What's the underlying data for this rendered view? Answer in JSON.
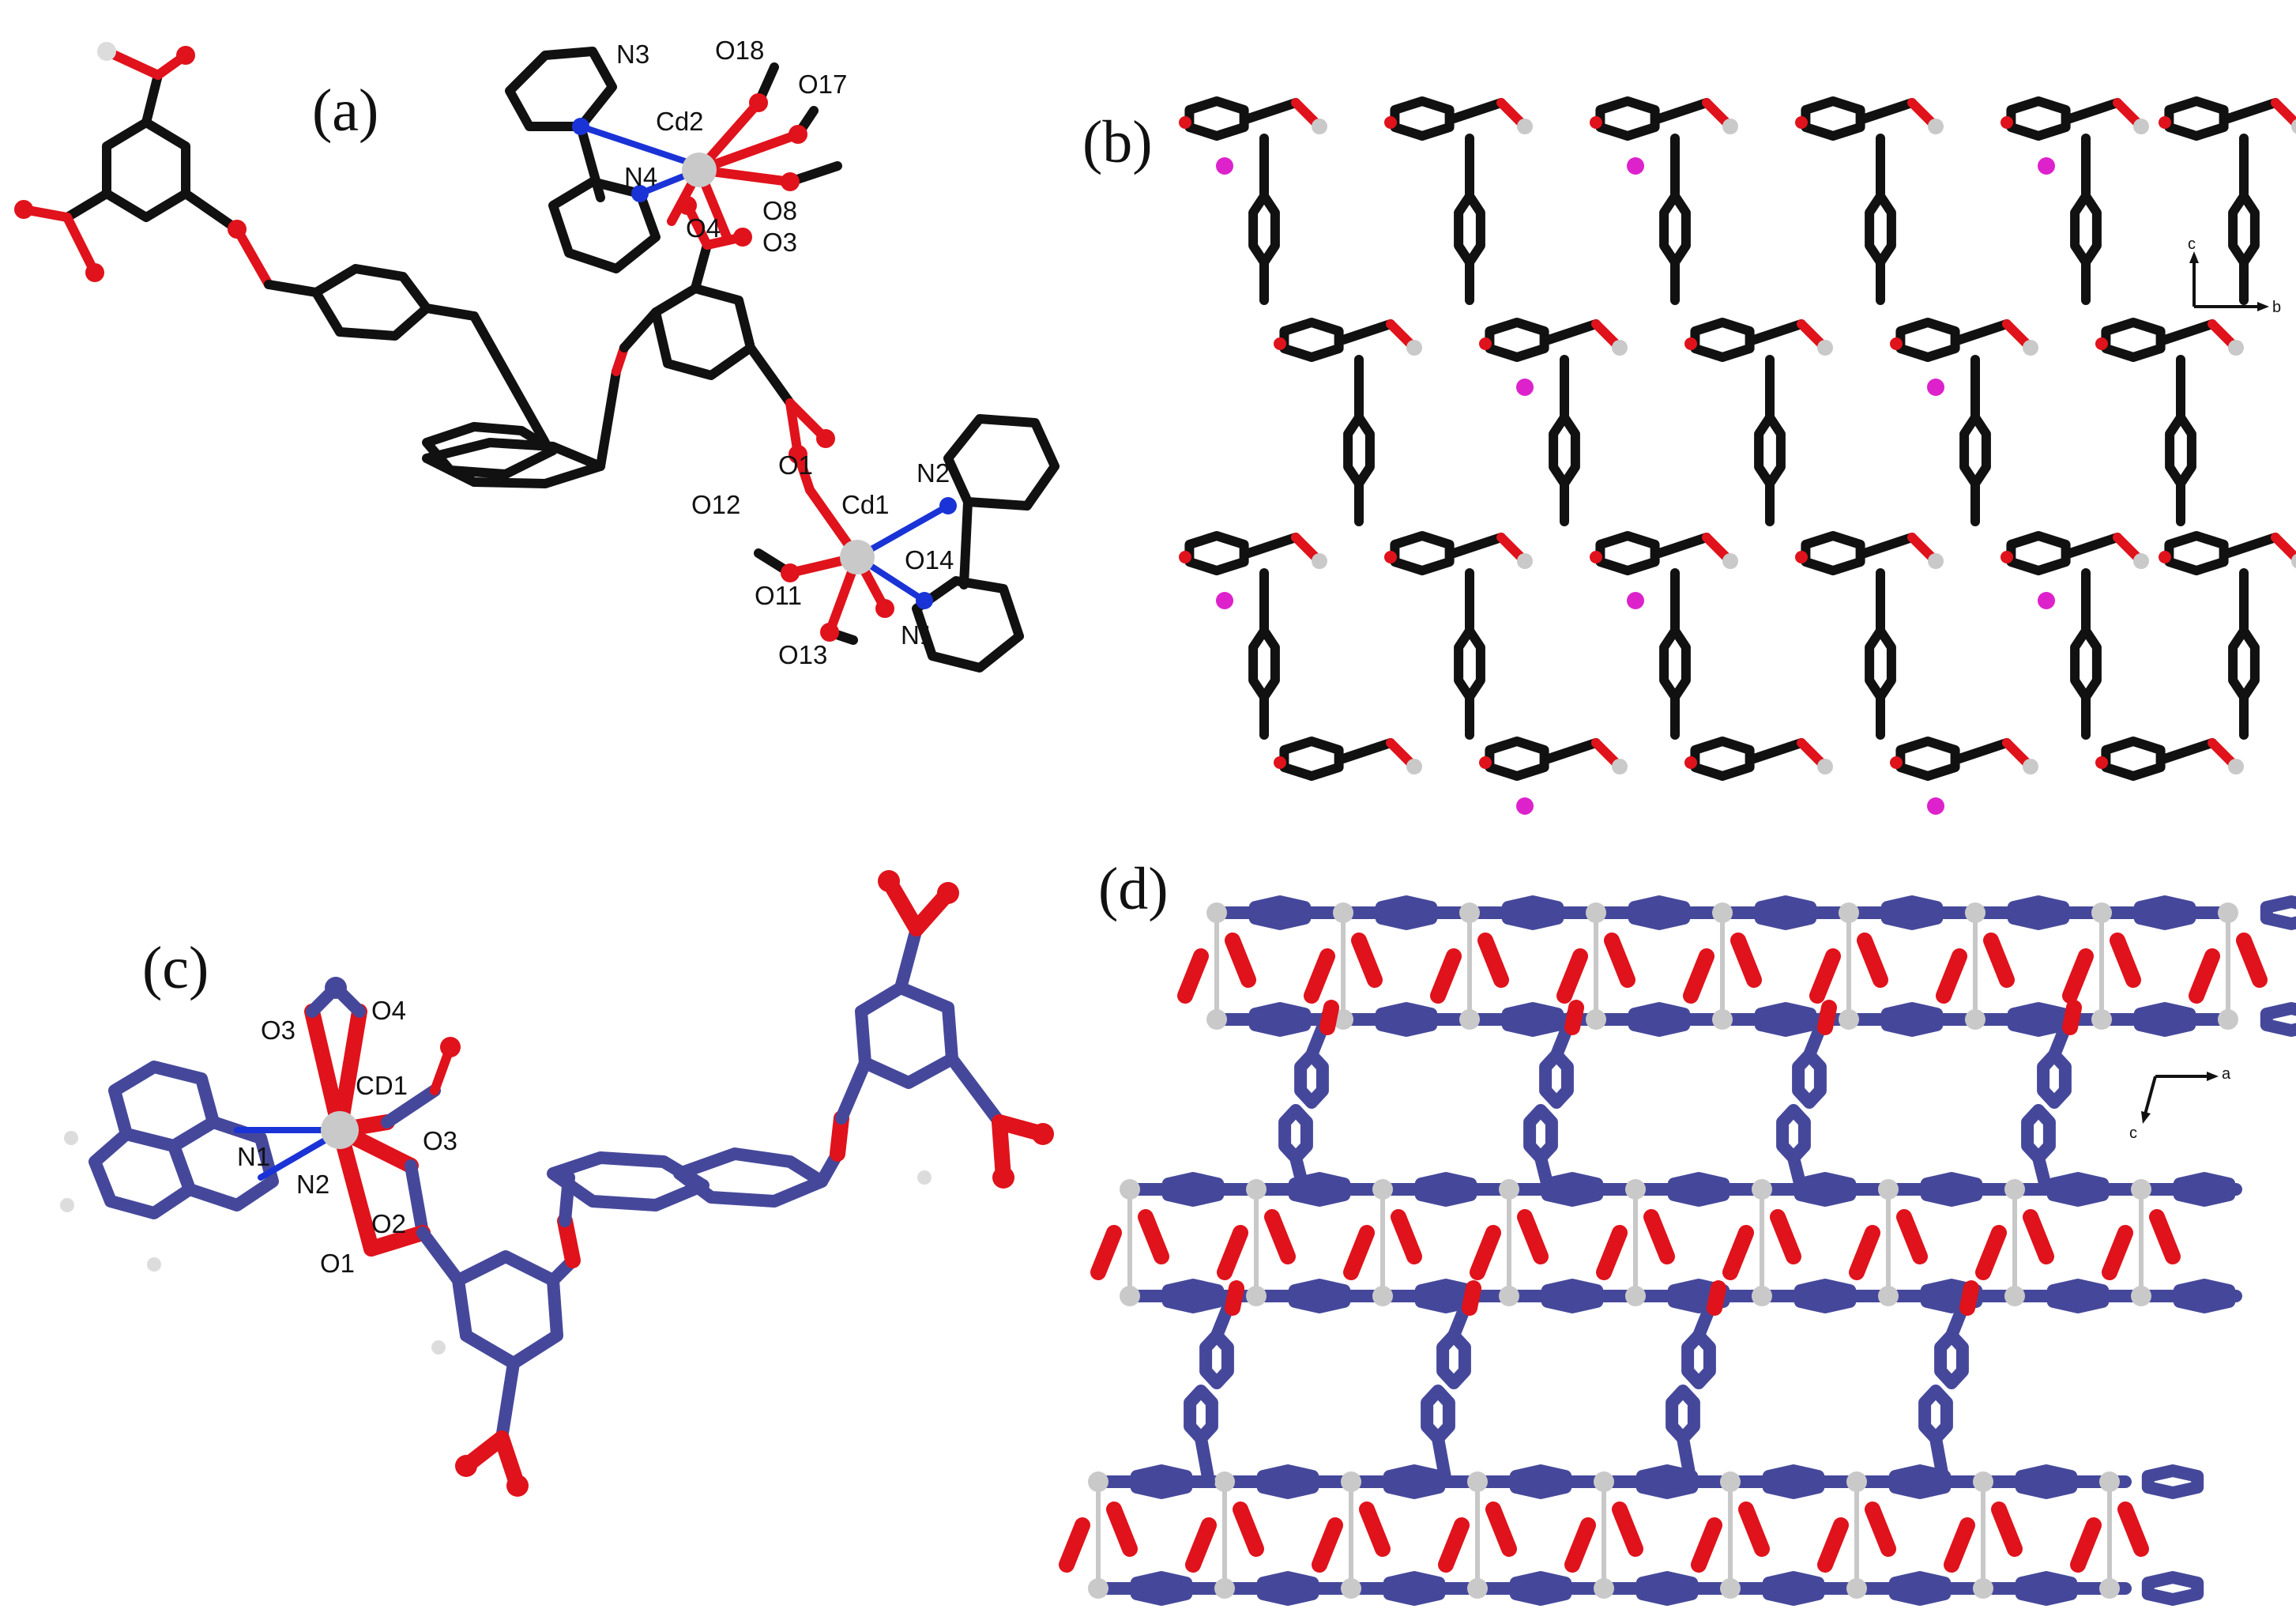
{
  "colors": {
    "carbon_a": "#111111",
    "carbon_c": "#45489a",
    "oxygen": "#e0121b",
    "nitrogen": "#1a33d6",
    "cadmium": "#c9c9c9",
    "hydrogen": "#dcdcdc",
    "guest": "#dd22cc"
  },
  "panels": {
    "a": {
      "letter": "(a)",
      "labels": {
        "N3": "N3",
        "Cd2": "Cd2",
        "O18": "O18",
        "O17": "O17",
        "N4": "N4",
        "O4": "O4",
        "O8": "O8",
        "O3": "O3",
        "O1": "O1",
        "N2": "N2",
        "O12": "O12",
        "Cd1": "Cd1",
        "O14": "O14",
        "O11": "O11",
        "N1": "N1",
        "O13": "O13"
      }
    },
    "b": {
      "letter": "(b)",
      "axes": {
        "vertical": "c",
        "horizontal": "b"
      }
    },
    "c": {
      "letter": "(c)",
      "labels": {
        "O3_top": "O3",
        "O4": "O4",
        "CD1": "CD1",
        "O3_right": "O3",
        "N1": "N1",
        "N2": "N2",
        "O2": "O2",
        "O1": "O1"
      }
    },
    "d": {
      "letter": "(d)",
      "axes": {
        "horizontal": "a",
        "vertical": "c"
      }
    }
  }
}
